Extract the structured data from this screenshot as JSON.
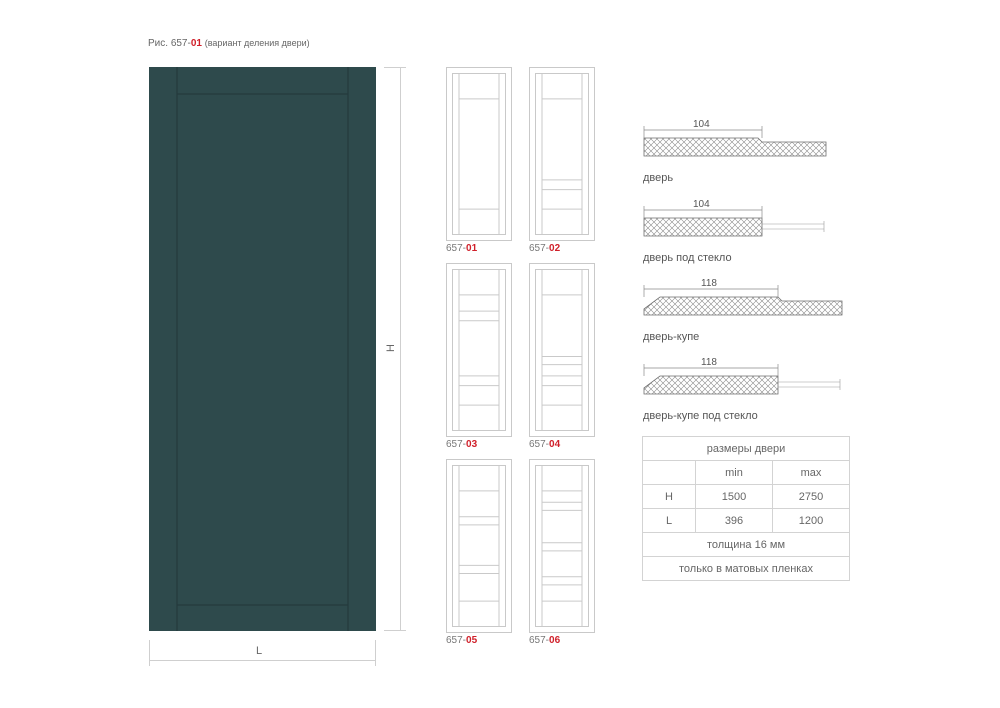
{
  "caption": {
    "prefix": "Рис. 657-",
    "code": "01",
    "note": "(вариант деления двери)"
  },
  "main_door": {
    "color": "#2e4a4c",
    "height_label": "H",
    "width_label": "L"
  },
  "variants": [
    {
      "prefix": "657-",
      "code": "01",
      "rails": [
        0.16,
        0.84
      ]
    },
    {
      "prefix": "657-",
      "code": "02",
      "rails": [
        0.16,
        0.66,
        0.72,
        0.84
      ]
    },
    {
      "prefix": "657-",
      "code": "03",
      "rails": [
        0.16,
        0.26,
        0.32,
        0.66,
        0.72,
        0.84
      ]
    },
    {
      "prefix": "657-",
      "code": "04",
      "rails": [
        0.16,
        0.54,
        0.59,
        0.66,
        0.72,
        0.84
      ]
    },
    {
      "prefix": "657-",
      "code": "05",
      "rails": [
        0.16,
        0.32,
        0.37,
        0.62,
        0.67,
        0.84
      ]
    },
    {
      "prefix": "657-",
      "code": "06",
      "rails": [
        0.16,
        0.23,
        0.28,
        0.48,
        0.53,
        0.69,
        0.74,
        0.84
      ]
    }
  ],
  "profiles": [
    {
      "type": "door",
      "label": "дверь",
      "dimension": "104"
    },
    {
      "type": "door-glass",
      "label": "дверь под стекло",
      "dimension": "104"
    },
    {
      "type": "coupe",
      "label": "дверь-купе",
      "dimension": "118"
    },
    {
      "type": "coupe-glass",
      "label": "дверь-купе под стекло",
      "dimension": "118"
    }
  ],
  "size_table": {
    "title": "размеры двери",
    "col_min": "min",
    "col_max": "max",
    "rows": [
      {
        "label": "H",
        "min": "1500",
        "max": "2750"
      },
      {
        "label": "L",
        "min": "396",
        "max": "1200"
      }
    ],
    "thickness": "толщина 16 мм",
    "finish": "только в матовых пленках"
  }
}
